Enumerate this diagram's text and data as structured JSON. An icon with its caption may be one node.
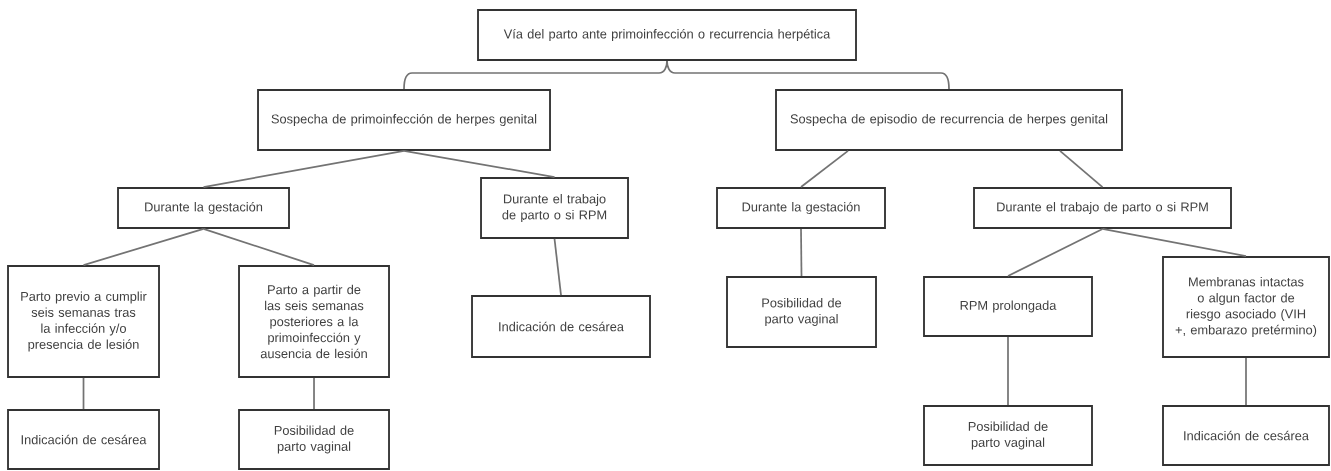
{
  "diagram": {
    "nodes": [
      {
        "text": [
          "Vía del parto ante primoinfección o recurrencia herpética"
        ]
      },
      {
        "text": [
          "Sospecha de primoinfección de herpes genital"
        ]
      },
      {
        "text": [
          "Sospecha de episodio de recurrencia de herpes genital"
        ]
      },
      {
        "text": [
          "Durante la gestación"
        ]
      },
      {
        "text": [
          "Durante el trabajo de parto o si RPM"
        ]
      },
      {
        "text": [
          "Durante la gestación"
        ]
      },
      {
        "text": [
          "Durante el trabajo de parto o si RPM"
        ]
      },
      {
        "text": [
          "Parto previo a cumplir seis semanas tras la infección y/o presencia de lesión"
        ]
      },
      {
        "text": [
          "Parto a partir de las seis semanas posteriores a la primoinfección y ausencia de lesión"
        ]
      },
      {
        "text": [
          "Indicación de cesárea"
        ]
      },
      {
        "text": [
          "Posibilidad de parto vaginal"
        ]
      },
      {
        "text": [
          "RPM prolongada"
        ]
      },
      {
        "text": [
          "Membranas intactas o algun factor de riesgo asociado (VIH +, embarazo pretérmino)"
        ]
      },
      {
        "text": [
          "Indicación de cesárea"
        ]
      },
      {
        "text": [
          "Posibilidad de parto vaginal"
        ]
      },
      {
        "text": [
          "Posibilidad de parto vaginal"
        ]
      },
      {
        "text": [
          "Indicación de cesárea"
        ]
      }
    ],
    "edges": [
      {
        "from": 0,
        "to": 1,
        "arrow": "none"
      },
      {
        "from": 0,
        "to": 2,
        "arrow": "none"
      },
      {
        "from": 1,
        "to": 3,
        "arrow": "none"
      },
      {
        "from": 1,
        "to": 4,
        "arrow": "none"
      },
      {
        "from": 2,
        "to": 5,
        "arrow": "none"
      },
      {
        "from": 2,
        "to": 6,
        "arrow": "none"
      },
      {
        "from": 3,
        "to": 7,
        "arrow": "none"
      },
      {
        "from": 3,
        "to": 8,
        "arrow": "none"
      },
      {
        "from": 4,
        "to": 9,
        "arrow": "none"
      },
      {
        "from": 5,
        "to": 10,
        "arrow": "none"
      },
      {
        "from": 6,
        "to": 11,
        "arrow": "none"
      },
      {
        "from": 6,
        "to": 12,
        "arrow": "none"
      },
      {
        "from": 7,
        "to": 13,
        "arrow": "none"
      },
      {
        "from": 8,
        "to": 14,
        "arrow": "none"
      },
      {
        "from": 11,
        "to": 15,
        "arrow": "none"
      },
      {
        "from": 12,
        "to": 16,
        "arrow": "none"
      }
    ]
  }
}
